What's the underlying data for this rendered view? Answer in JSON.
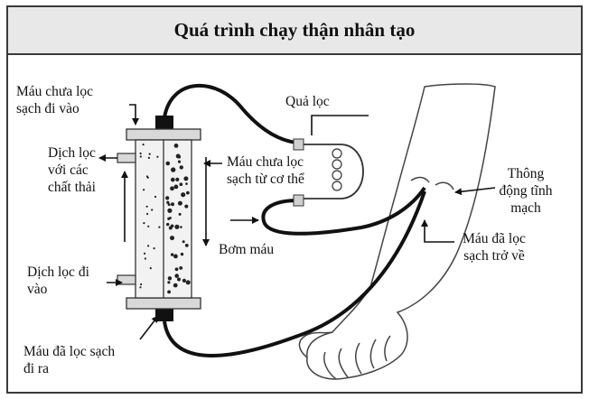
{
  "title": "Quá trình chạy thận nhân tạo",
  "labels": {
    "unfiltered_blood_in": [
      "Máu chưa lọc",
      "sạch đi vào"
    ],
    "dialysate_out": [
      "Dịch lọc",
      "với các",
      "chất thải"
    ],
    "dialysate_in": [
      "Dịch lọc đi",
      "vào"
    ],
    "filtered_blood_out": [
      "Máu đã lọc sạch",
      "đi ra"
    ],
    "filter": "Quả lọc",
    "unfiltered_blood_from_body": [
      "Máu chưa lọc",
      "sạch từ cơ thể"
    ],
    "blood_pump": "Bơm máu",
    "av_fistula": [
      "Thông",
      "động tĩnh",
      "mạch"
    ],
    "filtered_blood_return": [
      "Máu đã lọc",
      "sạch trở về"
    ]
  }
}
